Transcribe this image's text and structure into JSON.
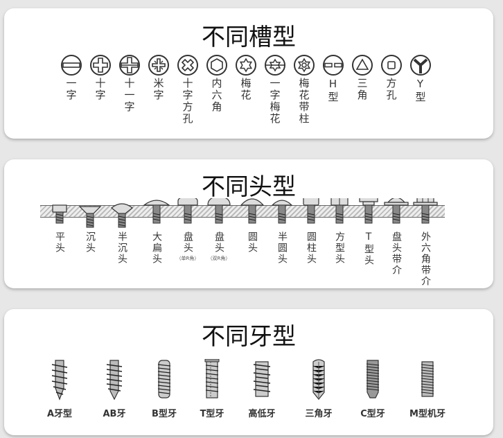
{
  "slot_section": {
    "title": "不同槽型",
    "items": [
      {
        "icon": "slotted-icon",
        "label": "一字"
      },
      {
        "icon": "phillips-icon",
        "label": "十字"
      },
      {
        "icon": "combo-slot-icon",
        "label": "十一字"
      },
      {
        "icon": "pozi-icon",
        "label": "米字"
      },
      {
        "icon": "cross-square-icon",
        "label": "十字方孔"
      },
      {
        "icon": "hex-socket-icon",
        "label": "内六角"
      },
      {
        "icon": "torx-icon",
        "label": "梅花"
      },
      {
        "icon": "slot-torx-icon",
        "label": "一字梅花"
      },
      {
        "icon": "torx-pin-icon",
        "label": "梅花带柱"
      },
      {
        "icon": "h-slot-icon",
        "label": "H型"
      },
      {
        "icon": "triangle-icon",
        "label": "三角"
      },
      {
        "icon": "square-icon",
        "label": "方孔"
      },
      {
        "icon": "y-slot-icon",
        "label": "Y型"
      }
    ]
  },
  "head_section": {
    "title": "不同头型",
    "items": [
      {
        "icon": "flat-head-icon",
        "label": "平头",
        "sub": ""
      },
      {
        "icon": "countersunk-head-icon",
        "label": "沉头",
        "sub": ""
      },
      {
        "icon": "raised-countersunk-head-icon",
        "label": "半沉头",
        "sub": ""
      },
      {
        "icon": "truss-head-icon",
        "label": "大扁头",
        "sub": ""
      },
      {
        "icon": "pan-head-single-r-icon",
        "label": "盘头",
        "sub": "（单R角）"
      },
      {
        "icon": "pan-head-double-r-icon",
        "label": "盘头",
        "sub": "（双R角）"
      },
      {
        "icon": "round-head-icon",
        "label": "圆头",
        "sub": ""
      },
      {
        "icon": "half-round-head-icon",
        "label": "半圆头",
        "sub": ""
      },
      {
        "icon": "cheese-head-icon",
        "label": "圆柱头",
        "sub": ""
      },
      {
        "icon": "square-head-icon",
        "label": "方型头",
        "sub": ""
      },
      {
        "icon": "t-head-icon",
        "label": "T型头",
        "sub": ""
      },
      {
        "icon": "pan-washer-head-icon",
        "label": "盘头带介",
        "sub": ""
      },
      {
        "icon": "hex-washer-head-icon",
        "label": "外六角带介",
        "sub": ""
      }
    ]
  },
  "thread_section": {
    "title": "不同牙型",
    "items": [
      {
        "icon": "a-thread-icon",
        "label": "A牙型"
      },
      {
        "icon": "ab-thread-icon",
        "label": "AB牙"
      },
      {
        "icon": "b-thread-icon",
        "label": "B型牙"
      },
      {
        "icon": "t-thread-icon",
        "label": "T型牙"
      },
      {
        "icon": "hi-lo-thread-icon",
        "label": "高低牙"
      },
      {
        "icon": "tri-thread-icon",
        "label": "三角牙"
      },
      {
        "icon": "c-thread-icon",
        "label": "C型牙"
      },
      {
        "icon": "machine-thread-icon",
        "label": "M型机牙"
      }
    ]
  }
}
